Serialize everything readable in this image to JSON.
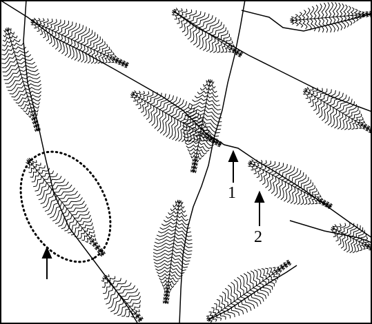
{
  "figure": {
    "labels": [
      {
        "id": "one",
        "text": "1"
      },
      {
        "id": "two",
        "text": "2"
      }
    ],
    "colors": {
      "ink": "#000000",
      "background": "#ffffff"
    }
  }
}
